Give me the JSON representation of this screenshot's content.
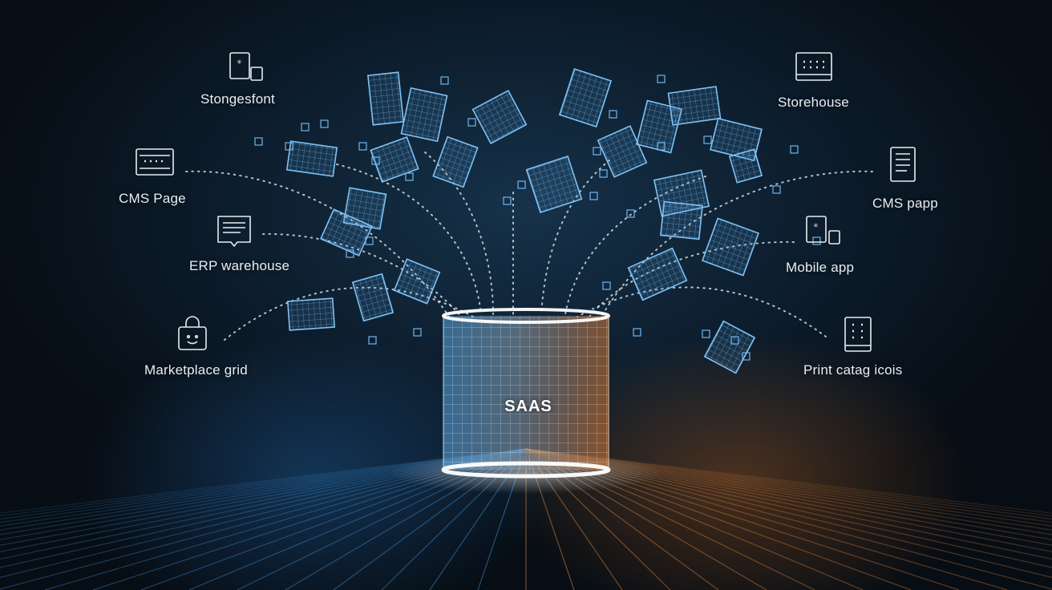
{
  "center": {
    "label": "SAAS"
  },
  "sources": [
    {
      "label": "Stongesfont",
      "icon": "mobile-tablet-icon",
      "side": "left"
    },
    {
      "label": "CMS Page",
      "icon": "server-rack-icon",
      "side": "left"
    },
    {
      "label": "ERP warehouse",
      "icon": "document-chat-icon",
      "side": "left"
    },
    {
      "label": "Marketplace grid",
      "icon": "shopping-bag-icon",
      "side": "left"
    },
    {
      "label": "Storehouse",
      "icon": "monitor-icon",
      "side": "right"
    },
    {
      "label": "CMS papp",
      "icon": "document-icon",
      "side": "right"
    },
    {
      "label": "Mobile app",
      "icon": "mobile-tablet-icon",
      "side": "right"
    },
    {
      "label": "Print catag icois",
      "icon": "catalog-grid-icon",
      "side": "right"
    }
  ],
  "colors": {
    "blue_glow": "#2f86d6",
    "orange_glow": "#d9772e",
    "sheet_stroke": "#6fb6ee",
    "cylinder_rim": "#ffffff"
  }
}
